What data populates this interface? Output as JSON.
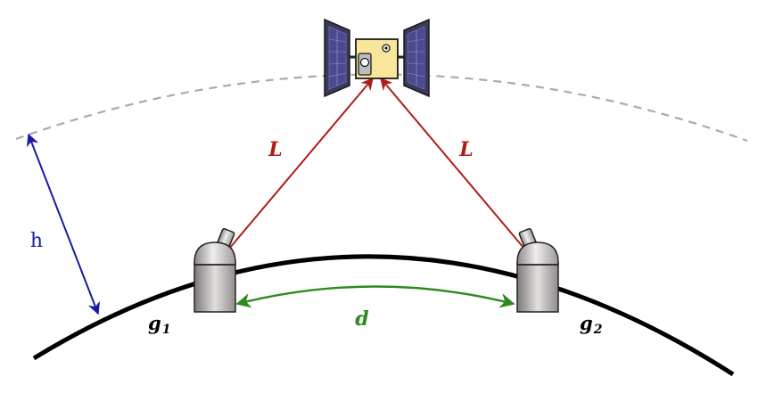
{
  "labels": {
    "height": "h",
    "link_left": "L",
    "link_right": "L",
    "distance": "d",
    "station_1_base": "g",
    "station_1_sub": "1",
    "station_2_base": "g",
    "station_2_sub": "2"
  },
  "colors": {
    "earth_surface": "#000000",
    "orbit": "#aaaaaa",
    "link": "#b01c1c",
    "height_arrow": "#1a1aa6",
    "distance_arrow": "#2e8a1e",
    "satellite_body": "#f8e79a",
    "solar_panel": "#3a3a5a",
    "ground_station": "#c9c5c5"
  },
  "icons": [
    "satellite-icon",
    "ground-station-icon"
  ]
}
